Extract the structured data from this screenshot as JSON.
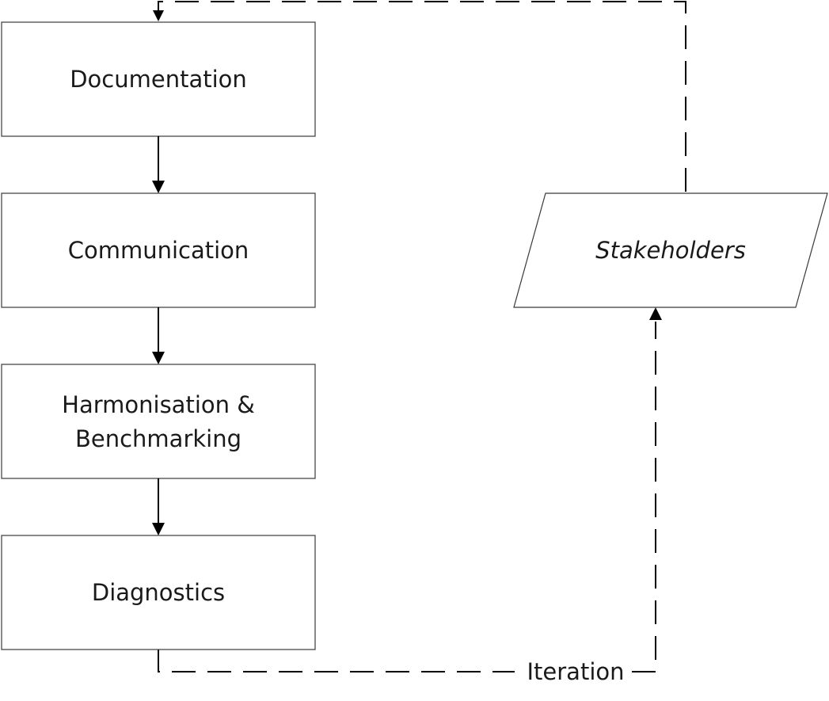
{
  "nodes": {
    "documentation": {
      "label": "Documentation"
    },
    "communication": {
      "label": "Communication"
    },
    "harmonisation": {
      "line1": "Harmonisation &",
      "line2": "Benchmarking"
    },
    "diagnostics": {
      "label": "Diagnostics"
    },
    "stakeholders": {
      "label": "Stakeholders"
    }
  },
  "edges": {
    "iteration_label": "Iteration"
  }
}
